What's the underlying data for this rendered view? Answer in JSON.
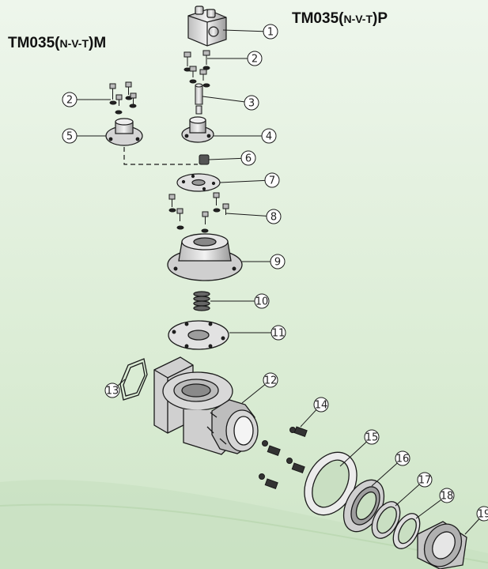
{
  "titles": {
    "p_model": {
      "prefix": "TM035(",
      "variant": "N-V-T",
      "suffix": ")P"
    },
    "m_model": {
      "prefix": "TM035(",
      "variant": "N-V-T",
      "suffix": ")M"
    }
  },
  "callouts": [
    "1",
    "2",
    "3",
    "4",
    "5",
    "6",
    "7",
    "8",
    "9",
    "10",
    "11",
    "12",
    "13",
    "14",
    "15",
    "16",
    "17",
    "18",
    "19"
  ],
  "colors": {
    "background_top": "#e9f3e6",
    "background_bottom": "#d3e8cc",
    "line": "#1a1a1a",
    "part_fill": "#d9d9d9"
  }
}
